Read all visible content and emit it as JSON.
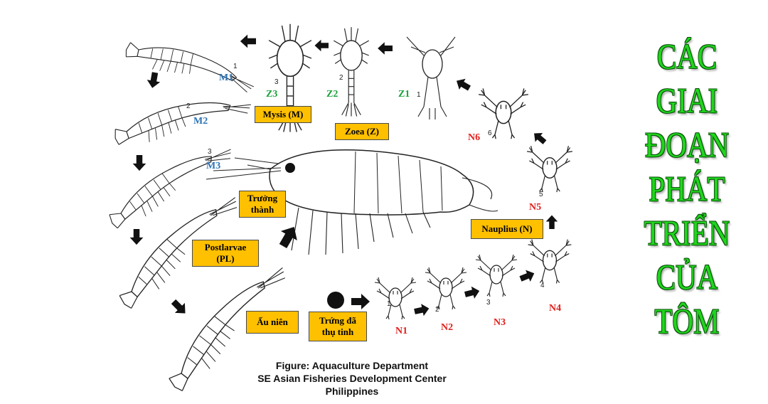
{
  "title_lines": [
    "CÁC",
    "GIAI",
    "ĐOẠN",
    "PHÁT",
    "TRIỂN",
    "CỦA",
    "TÔM"
  ],
  "stage_labels": {
    "m1": "M1",
    "m2": "M2",
    "m3": "M3",
    "z1": "Z1",
    "z2": "Z2",
    "z3": "Z3",
    "n1": "N1",
    "n2": "N2",
    "n3": "N3",
    "n4": "N4",
    "n5": "N5",
    "n6": "N6"
  },
  "stage_numbers": {
    "z1": "1",
    "z2": "2",
    "z3": "3",
    "m1": "1",
    "m2": "2",
    "m3": "3",
    "n1": "1",
    "n2": "2",
    "n3": "3",
    "n4": "4",
    "n5": "5",
    "n6": "6"
  },
  "boxes": {
    "mysis": "Mysis (M)",
    "zoea": "Zoea (Z)",
    "adult_1": "Trưởng",
    "adult_2": "thành",
    "postlarvae_1": "Postlarvae",
    "postlarvae_2": "(PL)",
    "juvenile": "Ấu niên",
    "egg_1": "Trứng đã",
    "egg_2": "thụ tinh",
    "nauplius": "Nauplius (N)"
  },
  "credit": {
    "line1": "Figure: Aquaculture Department",
    "line2": "SE Asian Fisheries Development Center",
    "line3": "Philippines"
  },
  "colors": {
    "mysis_label": "#2e74b5",
    "zoea_label": "#1aa13a",
    "nauplius_label": "#e0201b",
    "box_fill": "#ffc000",
    "title": "#1fd61c"
  }
}
